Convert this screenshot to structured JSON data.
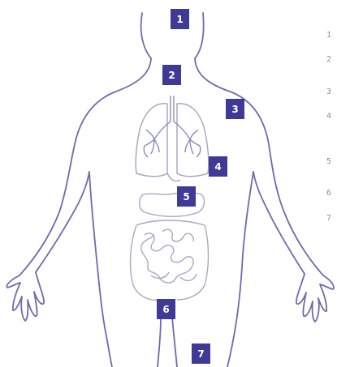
{
  "badges": [
    "1",
    "2",
    "3",
    "4",
    "5",
    "6",
    "7"
  ],
  "side_numbers": [
    "1",
    "2",
    "3",
    "4",
    "5",
    "6",
    "7"
  ],
  "colors": {
    "outline": "#6f6ab0",
    "organ": "#a9a7c6",
    "vessel": "#8c89c0",
    "badge": "#3f3a95",
    "side_text": "#8d8aa6"
  }
}
